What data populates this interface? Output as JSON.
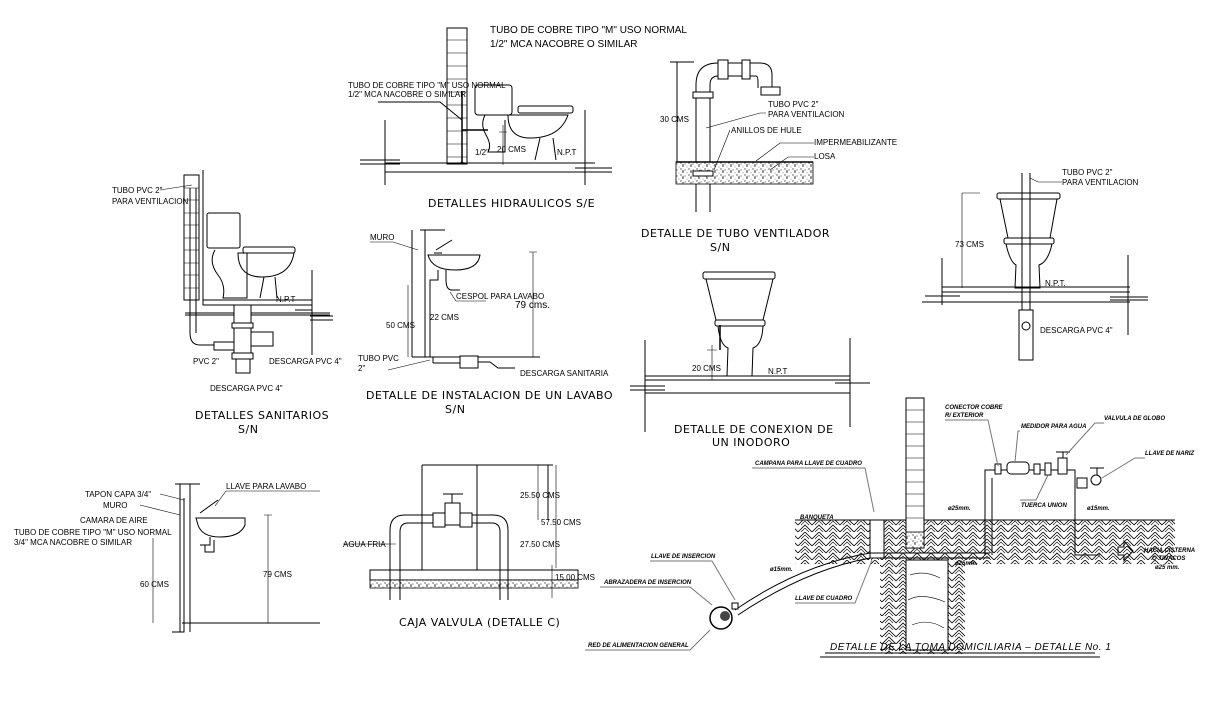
{
  "drawing": {
    "detalles_hidraulicos": {
      "title": "DETALLES  HIDRAULICOS   S/E",
      "note_top_line1": "TUBO DE COBRE TIPO \"M\" USO NORMAL",
      "note_top_line2": "1/2\" MCA NACOBRE O SIMILAR",
      "note_inner_line1": "TUBO DE COBRE TIPO \"M\" USO NORMAL",
      "note_inner_line2": "1/2\" MCA NACOBRE O SIMILAR",
      "dim_pipe": "1/2\"",
      "dim_height": "20 CMS",
      "npt": "N.P.T"
    },
    "tubo_ventilador": {
      "title_line1": "DETALLE  DE  TUBO  VENTILADOR",
      "title_line2": "S/N",
      "dim_height": "30 CMS",
      "label_pipe_line1": "TUBO PVC 2\"",
      "label_pipe_line2": "PARA VENTILACION",
      "label_anillos": "ANILLOS DE HULE",
      "label_impermeabilizante": "IMPERMEABILIZANTE",
      "label_losa": "LOSA"
    },
    "detalles_sanitarios": {
      "title_line1": "DETALLES  SANITARIOS",
      "title_line2": "S/N",
      "label_vent_line1": "TUBO PVC 2\"",
      "label_vent_line2": "PARA VENTILACION",
      "npt": "N.P.T",
      "label_pvc2": "PVC 2\"",
      "label_descarga_right": "DESCARGA  PVC 4\"",
      "label_descarga_bottom": "DESCARGA  PVC 4\""
    },
    "instalacion_lavabo": {
      "title_line1": "DETALLE  DE  INSTALACION  DE  UN  LAVABO",
      "title_line2": "S/N",
      "label_muro": "MURO",
      "label_cespol": "CESPOL PARA LAVABO",
      "dim_79": "79  cms.",
      "dim_22": "22 CMS",
      "dim_50": "50 CMS",
      "label_tubo_line1": "TUBO PVC",
      "label_tubo_line2": "2\"",
      "label_descarga": "DESCARGA SANITARIA"
    },
    "conexion_inodoro": {
      "title_line1": "DETALLE  DE  CONEXION  DE",
      "title_line2": "UN  INODORO",
      "dim_20": "20 CMS",
      "npt": "N.P.T"
    },
    "inodoro_frontal": {
      "label_vent_line1": "TUBO PVC 2\"",
      "label_vent_line2": "PARA VENTILACION",
      "dim_73": "73 CMS",
      "npt": "N.P.T.",
      "label_descarga": "DESCARGA  PVC 4\""
    },
    "lavabo_muro": {
      "label_llave": "LLAVE PARA LAVABO",
      "label_tapon": "TAPON CAPA 3/4\"",
      "label_muro": "MURO",
      "label_camara": "CAMARA DE AIRE",
      "label_tubo_line1": "TUBO DE COBRE TIPO \"M\" USO NORMAL",
      "label_tubo_line2": "3/4\" MCA NACOBRE O SIMILAR",
      "dim_60": "60 CMS",
      "dim_79": "79 CMS"
    },
    "caja_valvula": {
      "title": "CAJA  VALVULA  (DETALLE  C)",
      "label_agua": "AGUA FRIA",
      "dim_2550": "25.50  CMS",
      "dim_5750": "57.50 CMS",
      "dim_2750": "27.50 CMS",
      "dim_1500": "15.00 CMS"
    },
    "toma_domiciliaria": {
      "title": "DETALLE  DE  LA  TOMA  DOMICILIARIA  –  DETALLE  No.  1",
      "label_llave_insercion": "LLAVE DE INSERCION",
      "label_abrazadera": "ABRAZADERA DE INSERCION",
      "label_red": "RED DE ALIMENTACION GENERAL",
      "label_campana": "CAMPANA PARA LLAVE DE CUADRO",
      "label_banqueta": "BANQUETA",
      "label_llave_cuadro": "LLAVE DE CUADRO",
      "label_conector_line1": "CONECTOR COBRE",
      "label_conector_line2": "R/ EXTERIOR",
      "label_medidor": "MEDIDOR PARA AGUA",
      "label_valvula": "VALVULA DE GLOBO",
      "label_llave_nariz": "LLAVE DE NARIZ",
      "label_tuerca": "TUERCA UNION",
      "dim_25a": "ø25mm.",
      "dim_25b": "ø25mm.",
      "dim_15a": "ø15mm.",
      "dim_15b": "ø15mm.",
      "label_hacia_line1": "HACIA CISTERNA",
      "label_hacia_line2": "O TINACOS",
      "label_hacia_line3": "ø25 mm."
    }
  }
}
